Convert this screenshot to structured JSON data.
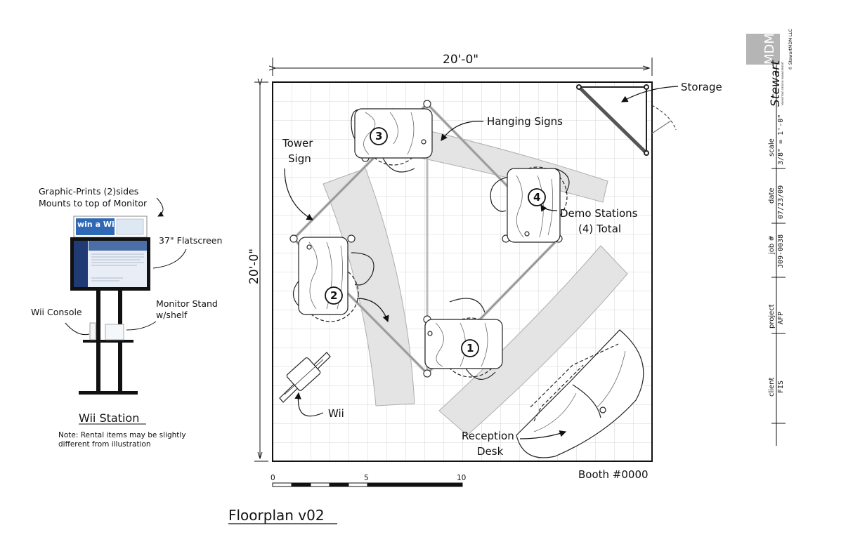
{
  "plan": {
    "title": "Floorplan v02",
    "booth": "Booth #0000",
    "width_dim": "20'-0\"",
    "height_dim": "20'-0\"",
    "scale_bar": [
      "0",
      "5",
      "10"
    ]
  },
  "callouts": {
    "storage": "Storage",
    "hanging_signs": "Hanging Signs",
    "tower_sign_1": "Tower",
    "tower_sign_2": "Sign",
    "demo_stations_1": "Demo Stations",
    "demo_stations_2": "(4) Total",
    "wii": "Wii",
    "reception_1": "Reception",
    "reception_2": "Desk"
  },
  "stations": [
    "1",
    "2",
    "3",
    "4"
  ],
  "wii_station": {
    "graphic_1": "Graphic-Prints (2)sides",
    "graphic_2": "Mounts to top of Monitor",
    "flatscreen": "37\" Flatscreen",
    "console": "Wii Console",
    "stand_1": "Monitor Stand",
    "stand_2": "w/shelf",
    "title": "Wii Station",
    "note_1": "Note: Rental items may be slightly",
    "note_2": "different from illustration",
    "sign_text": "win a Wii"
  },
  "title_block": {
    "logo": "MDM",
    "company": "Stewart",
    "tagline": "MARKETING  DESIGN  MANAGEMENT",
    "copyright": "© StewartMDM LLC",
    "rows": [
      {
        "label": "scale",
        "value": "3/8\" = 1'-0\""
      },
      {
        "label": "date",
        "value": "07/23/09"
      },
      {
        "label": "job #",
        "value": "J09-0038"
      },
      {
        "label": "project",
        "value": "AFP"
      },
      {
        "label": "client",
        "value": "FIS"
      }
    ]
  }
}
